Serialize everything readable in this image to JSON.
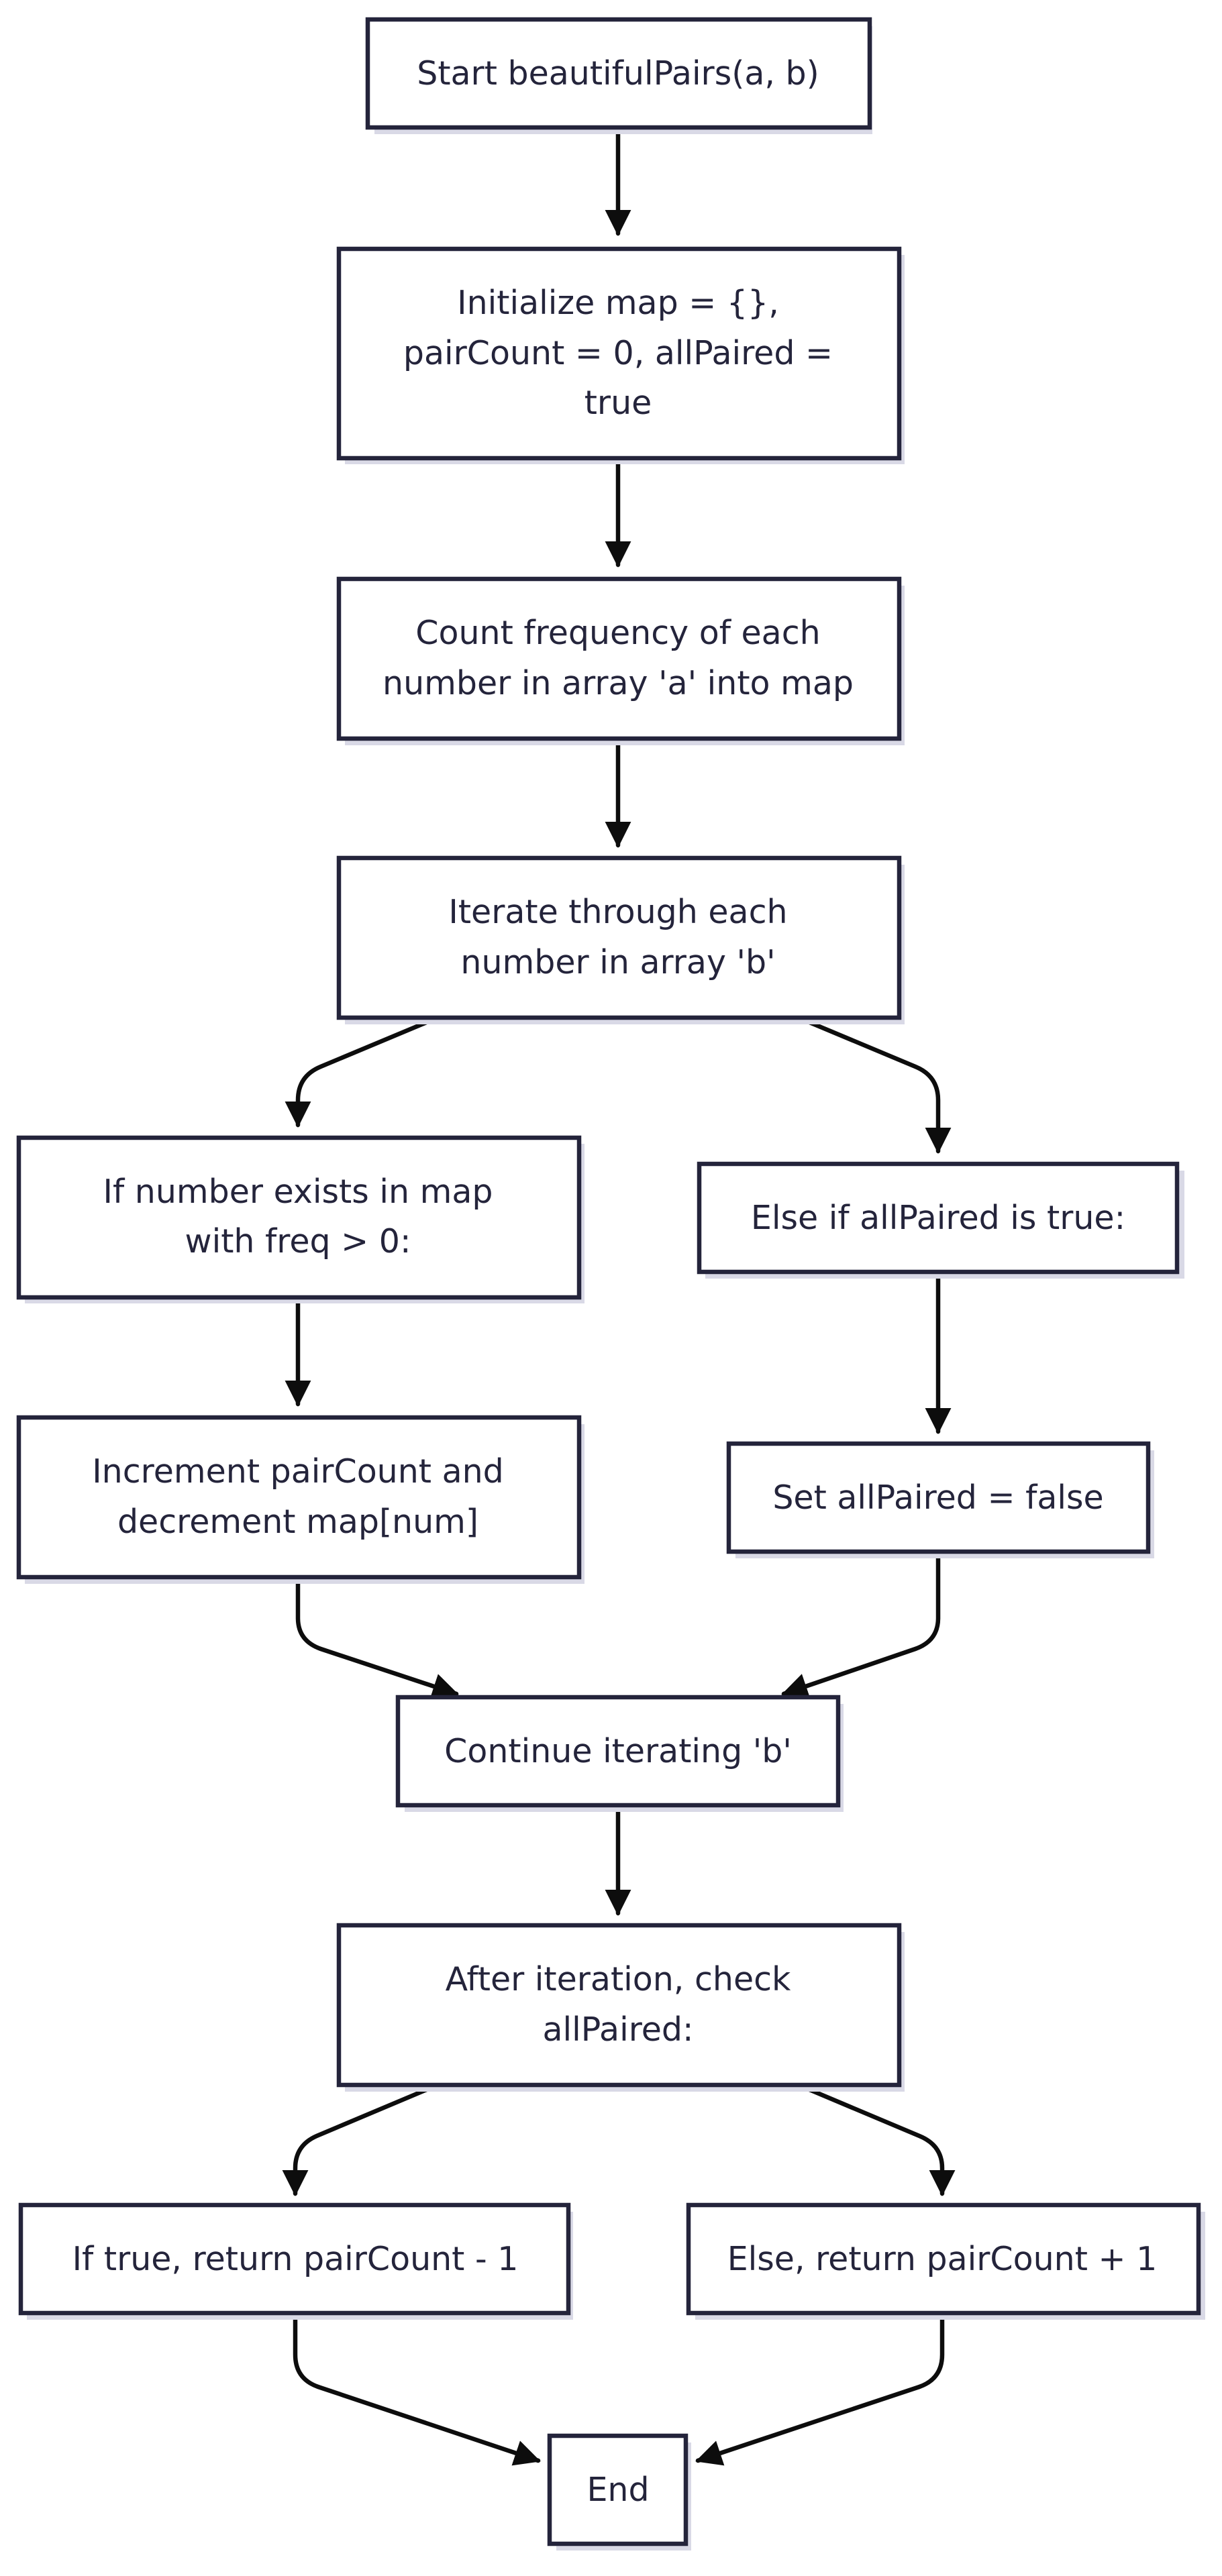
{
  "diagram": {
    "type": "flowchart",
    "nodes": {
      "start": "Start beautifulPairs(a, b)",
      "init_line1": "Initialize map = {},",
      "init_line2": "pairCount = 0, allPaired =",
      "init_line3": "true",
      "count_line1": "Count frequency of each",
      "count_line2": "number in array 'a' into map",
      "iterate_line1": "Iterate through each",
      "iterate_line2": "number in array 'b'",
      "exists_line1": "If number exists in map",
      "exists_line2": "with freq > 0:",
      "else_if": "Else if allPaired is true:",
      "increment_line1": "Increment pairCount and",
      "increment_line2": "decrement map[num]",
      "set_false": "Set allPaired = false",
      "continue": "Continue iterating 'b'",
      "after_line1": "After iteration, check",
      "after_line2": "allPaired:",
      "return_minus": "If true, return pairCount - 1",
      "return_plus": "Else, return pairCount + 1",
      "end": "End"
    },
    "edges": [
      {
        "from": "start",
        "to": "init"
      },
      {
        "from": "init",
        "to": "count"
      },
      {
        "from": "count",
        "to": "iterate"
      },
      {
        "from": "iterate",
        "to": "exists"
      },
      {
        "from": "iterate",
        "to": "else_if"
      },
      {
        "from": "exists",
        "to": "increment"
      },
      {
        "from": "else_if",
        "to": "set_false"
      },
      {
        "from": "increment",
        "to": "continue"
      },
      {
        "from": "set_false",
        "to": "continue"
      },
      {
        "from": "continue",
        "to": "after"
      },
      {
        "from": "after",
        "to": "return_minus"
      },
      {
        "from": "after",
        "to": "return_plus"
      },
      {
        "from": "return_minus",
        "to": "end"
      },
      {
        "from": "return_plus",
        "to": "end"
      }
    ]
  }
}
